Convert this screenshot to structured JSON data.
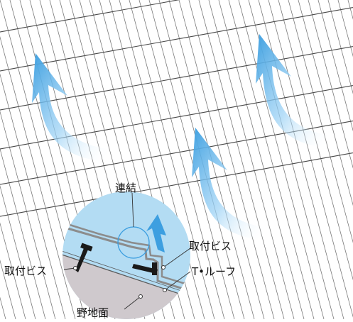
{
  "labels": {
    "connection": "連結",
    "screw_right": "取付ビス",
    "screw_left": "取付ビス",
    "t_roof": "T•ルーフ",
    "base_surface": "野地面"
  },
  "colors": {
    "arrow": "#3d9fe0",
    "arrow_tail": "#9ad1f5",
    "detail_bg": "#aad8f2",
    "base_board": "#c9c3c8",
    "panel_line": "#6e6e6e",
    "screw": "#1a1a1a",
    "text": "#111111"
  },
  "icons": [
    "airflow-arrow-icon",
    "screw-icon"
  ]
}
